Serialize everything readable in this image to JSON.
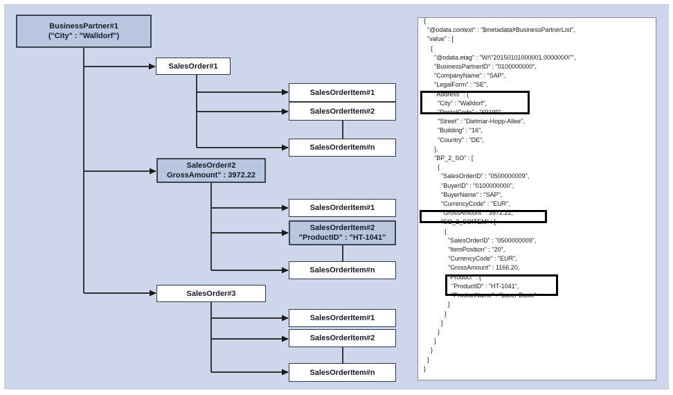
{
  "diagram": {
    "nodes": {
      "bp1": {
        "line1": "BusinessPartner#1",
        "line2": "(\"City\" : \"Walldorf\")"
      },
      "so1": {
        "label": "SalesOrder#1"
      },
      "so1_item1": {
        "label": "SalesOrderItem#1"
      },
      "so1_item2": {
        "label": "SalesOrderItem#2"
      },
      "so1_itemn": {
        "label": "SalesOrderItem#n"
      },
      "so2": {
        "line1": "SalesOrder#2",
        "line2": "GrossAmount\" : 3972.22"
      },
      "so2_item1": {
        "label": "SalesOrderItem#1"
      },
      "so2_item2": {
        "line1": "SalesOrderItem#2",
        "line2": "\"ProductID\" : \"HT-1041\""
      },
      "so2_itemn": {
        "label": "SalesOrderItem#n"
      },
      "so3": {
        "label": "SalesOrder#3"
      },
      "so3_item1": {
        "label": "SalesOrderItem#1"
      },
      "so3_item2": {
        "label": "SalesOrderItem#2"
      },
      "so3_itemn": {
        "label": "SalesOrderItem#n"
      }
    }
  },
  "json_panel": {
    "code": "{\n  \"@odata.context\" : \"$metadata#BusinessPartnerList\",\n  \"value\" : [\n    {\n      \"@odata.etag\" : \"W/\\\"20150101000001.0000000\\\"\",\n      \"BusinessPartnerID\" : \"0100000000\",\n      \"CompanyName\" : \"SAP\",\n      \"LegalForm\" : \"SE\",\n      \"Address\" : {\n        \"City\" : \"Walldorf\",\n        \"PostalCode\" : \"69190\",\n        \"Street\" : \"Dietmar-Hopp-Allee\",\n        \"Building\" : \"16\",\n        \"Country\" : \"DE\",\n      },\n      \"BP_2_SO\" : [\n        {\n          \"SalesOrderID\" : \"0500000009\",\n          \"BuyerID\" : \"0100000000\",\n          \"BuyerName\" : \"SAP\",\n          \"CurrencyCode\" : \"EUR\",\n          \"GrossAmount\" : 3972.22,\n          \"SO_2_SOITEM\" : [\n            {\n              \"SalesOrderID\" : \"0500000009\",\n              \"ItemPosition\" : \"20\",\n              \"CurrencyCode\" : \"EUR\",\n              \"GrossAmount\" : 1166.20,\n              \"Product\" : {\n                \"ProductID\" : \"HT-1041\",\n                \"ProductName\" : \"Laser Basic\"\n              }\n            }\n          ]\n        }\n      ]\n    }\n  ]\n}"
  },
  "colors": {
    "background": "#cdd6ea",
    "node_fill": "#ffffff",
    "node_shaded_fill": "#b9c6e0",
    "node_border": "#2e3744",
    "line": "#1a1a1a",
    "highlight_border": "#000000"
  }
}
